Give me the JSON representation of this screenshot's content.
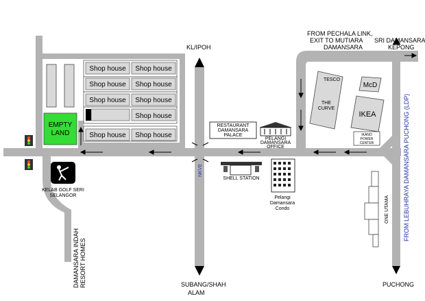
{
  "map": {
    "directions": {
      "kl_ipoh": "KL/IPOH",
      "subang": [
        "SUBANG/SHAH",
        "ALAM"
      ],
      "pechala": [
        "FROM PECHALA LINK,",
        "EXIT TO MUTIARA",
        "DAMANSARA"
      ],
      "sri_damansara": [
        "SRI DAMANSARA/",
        "KEPONG"
      ],
      "puchong": "PUCHONG",
      "ldp": "FROM LEBUHRAYA DAMANSARA PUCHONG (LDP)",
      "nkve": "NKVE"
    },
    "shop_label": "Shop house",
    "empty_land": [
      "EMPTY",
      "LAND"
    ],
    "restaurant": [
      "RESTAURANT",
      "DAMANSARA",
      "PALACE"
    ],
    "pelangi_office": [
      "PELANGI",
      "DAMANSARA",
      "OFFICE"
    ],
    "shell_station": "SHELL STATION",
    "pelangi_condo": [
      "Pelangi",
      "Damansara",
      "Condo"
    ],
    "golf": [
      "KELAB GOLF SERI",
      "SELANGOR"
    ],
    "resort_homes": [
      "DAMANSARA INDAH",
      "RESORT HOMES"
    ],
    "tesco": "TESCO",
    "the_curve": [
      "THE",
      "CURVE"
    ],
    "mcd": "McD",
    "ikea": "IKEA",
    "ikano": [
      "IKANO",
      "POWER",
      "CENTER"
    ],
    "one_utama": "ONE UTAMA",
    "colors": {
      "road": "#b3b3b3",
      "empty_land": "#33dd33",
      "building": "#d9d9d9",
      "ldp_text": "#2233aa"
    }
  }
}
